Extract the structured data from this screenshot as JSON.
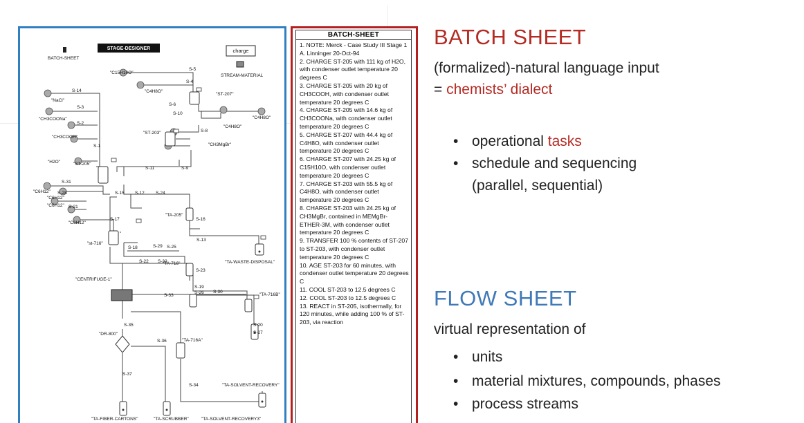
{
  "diagram": {
    "title": "STAGE-DESIGNER",
    "charge_button": "charge",
    "batch_sheet_icon_label": "BATCH-SHEET",
    "stream_material_label": "STREAM-MATERIAL",
    "labels": {
      "c15h10o": "\"C15H10O\"",
      "c4h8o_1": "\"C4H8O\"",
      "st207": "\"ST-207\"",
      "nacl": "\"NaCl\"",
      "ch3coona": "\"CH3COONa\"",
      "ch3cooh": "\"CH3COOH\"",
      "st203": "\"ST-203\"",
      "c4h8o_2": "\"C4H8O\"",
      "c4h8o_3": "\"C4H8O\"",
      "ch3mgbr": "\"CH3MgBr\"",
      "h2o": "\"H2O\"",
      "st205": "\"ST-205\"",
      "c6h12_1": "\"C6H12\"",
      "c6h12_2": "\"C6H12\"",
      "c6h12_3": "\"C6H12\"",
      "c6h12_4": "\"C6H12\"",
      "ta205": "\"TA-205\"",
      "st716": "\"st-716\"",
      "ta716": "\"TA-716\"",
      "ta_waste": "\"TA-WASTE-DISPOSAL\"",
      "centrifuge": "\"CENTRIFUGE-1\"",
      "ta716b": "\"TA-716B\"",
      "dr800": "\"DR-800\"",
      "ta716a": "\"TA-716A\"",
      "ta_solvent": "\"TA-SOLVENT-RECOVERY\"",
      "ta_fiber": "\"TA-FIBER-CARTONS\"",
      "ta_scrubber": "\"TA-SCRUBBER\"",
      "ta_solvent3": "\"TA-SOLVENT-RECOVERY3\""
    },
    "streams": {
      "s5": "S-5",
      "s4": "S-4",
      "s14": "S-14",
      "s3": "S-3",
      "s6": "S-6",
      "s10": "S-10",
      "s2": "S-2",
      "s8": "S-8",
      "s1": "S-1",
      "s11": "S-11",
      "s9": "S-9",
      "s31": "S-31",
      "s28": "S-28",
      "s15": "S-15",
      "s12": "S-12",
      "s24": "S-24",
      "s21": "S-21",
      "s17": "S-17",
      "s16": "S-16",
      "s13": "S-13",
      "s18": "S-18",
      "s29": "S-29",
      "s25": "S-25",
      "s22": "S-22",
      "s32": "S-32",
      "s23": "S-23",
      "s19": "S-19",
      "s26": "S-26",
      "s30": "S-30",
      "s33": "S-33",
      "s20": "S-20",
      "s27": "S-27",
      "s35": "S-35",
      "s36": "S-36",
      "s37": "S-37",
      "s34": "S-34"
    }
  },
  "batch_sheet": {
    "header": "BATCH-SHEET",
    "steps": [
      "1. NOTE: Merck - Case Study III Stage 1  A. Linninger 20-Oct-94",
      "2. CHARGE ST-205 with 111 kg of H2O, with condenser outlet temperature 20 degrees C",
      "3. CHARGE ST-205 with 20 kg of CH3COOH, with condenser outlet temperature 20 degrees C",
      "4. CHARGE ST-205 with 14.6 kg of CH3COONa, with condenser outlet temperature 20 degrees C",
      "5. CHARGE ST-207 with 44.4 kg of C4H8O, with condenser outlet temperature 20 degrees C",
      "6. CHARGE ST-207 with 24.25 kg of C15H10O, with condenser outlet temperature 20 degrees C",
      "7. CHARGE ST-203 with 55.5 kg of C4H8O, with condenser outlet temperature 20 degrees C",
      "8. CHARGE ST-203 with 24.25 kg of CH3MgBr, contained in MEMgBr-ETHER-3M, with condenser outlet temperature 20 degrees C",
      "9. TRANSFER 100 % contents of ST-207 to ST-203, with condenser outlet temperature 20 degrees C",
      "10. AGE ST-203 for 60 minutes, with condenser outlet temperature 20 degrees C",
      "11. COOL ST-203 to 12.5 degrees C",
      "12. COOL ST-203 to 12.5 degrees C",
      "13. REACT in ST-205, isothermally, for 120 minutes, while adding 100 % of ST-203, via reaction"
    ]
  },
  "slide": {
    "batch_title": "BATCH SHEET",
    "batch_line1": "(formalized)-natural language input",
    "batch_line2_prefix": "= ",
    "batch_line2_red": "chemists’ dialect",
    "bullet_char": "•",
    "bullet1_prefix": "operational ",
    "bullet1_red": "tasks",
    "bullet2_line1": "schedule and sequencing",
    "bullet2_line2": "(parallel, sequential)",
    "flow_title": "FLOW SHEET",
    "flow_line1": "virtual representation of",
    "flow_bullets": [
      "units",
      "material mixtures, compounds, phases",
      "process streams"
    ],
    "colors": {
      "red": "#b42b24",
      "blue": "#3f79b7",
      "frame_blue": "#2f7fc1",
      "frame_red": "#b41f1f"
    }
  }
}
